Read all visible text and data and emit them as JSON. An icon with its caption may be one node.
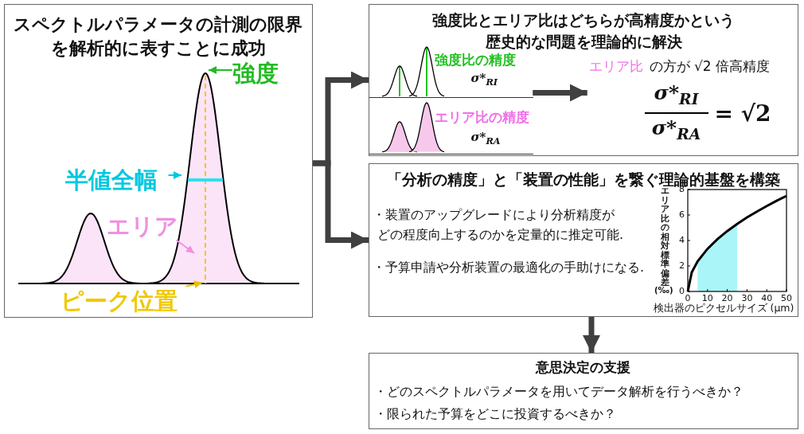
{
  "diagram": {
    "nodes": [
      {
        "text": [
          "スペクトルパラメータの計測の限界を解析的に表すことに成功"
        ]
      },
      {
        "text": [
          "強度"
        ],
        "in": 0
      },
      {
        "text": [
          "半値全幅"
        ],
        "in": 0
      },
      {
        "text": [
          "エリア"
        ],
        "in": 0
      },
      {
        "text": [
          "ピーク位置"
        ],
        "in": 0
      },
      {
        "text": [
          "強度比とエリア比はどちらが高精度かという歴史的な問題を理論的に解決"
        ]
      },
      {
        "text": [
          "強度比の精度",
          "σ*$_{RI}$"
        ],
        "in": 5
      },
      {
        "text": [
          "エリア比の精度",
          "σ*$_{RA}$"
        ],
        "in": 5
      },
      {
        "text": [
          "エリア比",
          "の方が √2 倍高精度",
          "σ*$_{RI}$",
          "σ*$_{RA}$",
          "= √2"
        ],
        "in": 5
      },
      {
        "text": [
          "「分析の精度」と「装置の性能」を繋ぐ理論的基盤を構築",
          "・装置のアップグレードにより分析精度がどの程度向上するのかを定量的に推定可能.",
          "・予算申請や分析装置の最適化の手助けになる."
        ]
      },
      {
        "text": [
          "意思決定の支援",
          "・どのスペクトルパラメータを用いてデータ解析を行うべきか？",
          "・限られた予算をどこに投資するべきか？"
        ]
      }
    ],
    "edges": [
      {
        "from": 0,
        "to": 5,
        "arrow": "to"
      },
      {
        "from": 0,
        "to": 9,
        "arrow": "to"
      },
      {
        "from": 6,
        "to": 8,
        "arrow": "to"
      },
      {
        "from": 7,
        "to": 8,
        "arrow": "to"
      },
      {
        "from": 9,
        "to": 10,
        "arrow": "to"
      },
      {
        "from": 1,
        "to": null,
        "arrow": "to",
        "color": "#22bb22"
      },
      {
        "from": 2,
        "to": null,
        "arrow": "to",
        "color": "#00c8e0"
      },
      {
        "from": 3,
        "to": null,
        "arrow": "to",
        "color": "#f090e0"
      },
      {
        "from": 4,
        "to": null,
        "arrow": "to",
        "color": "#e8c000"
      }
    ],
    "labels": [
      "(‰)"
    ],
    "chart_data": {
      "type": "line",
      "xlabel": "検出器のピクセルサイズ (μm)",
      "ylabel": "エリア比の相対標準偏差",
      "x": [
        0,
        2,
        5,
        10,
        15,
        20,
        25,
        30,
        35,
        40,
        45,
        50
      ],
      "series": [
        {
          "color": "#000000",
          "values": [
            0,
            1.5,
            2.37,
            3.35,
            4.1,
            4.74,
            5.3,
            5.81,
            6.27,
            6.7,
            7.11,
            7.5
          ]
        }
      ],
      "xlim": [
        0,
        50
      ],
      "ylim": [
        0,
        8
      ],
      "xticks": [
        0,
        10,
        20,
        30,
        40,
        50
      ],
      "yticks": [
        0,
        2,
        4,
        6,
        8
      ]
    }
  }
}
